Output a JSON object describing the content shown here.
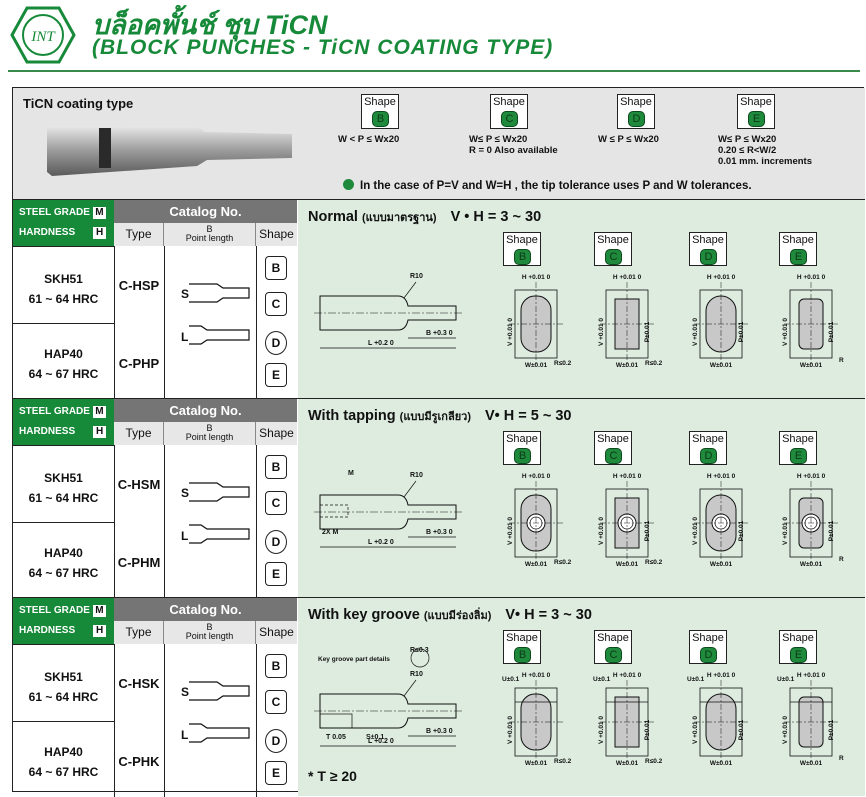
{
  "header": {
    "logo_text": "INT",
    "title_thai": "บล็อคพั้นช์ ชุบ TiCN",
    "title_en": "(BLOCK PUNCHES - TiCN COATING TYPE)"
  },
  "coating": {
    "label": "TiCN coating type",
    "shape_word": "Shape",
    "shapes": [
      {
        "letter": "B",
        "condition": "W < P ≤ Wx20"
      },
      {
        "letter": "C",
        "condition": "W≤ P ≤ Wx20\nR = 0 Also available"
      },
      {
        "letter": "D",
        "condition": "W ≤ P ≤ Wx20"
      },
      {
        "letter": "E",
        "condition": "W≤ P ≤ Wx20\n0.20 ≤  R<W/2\n0.01 mm. increments"
      }
    ],
    "note": "In the case of P=V and W=H , the tip tolerance uses P and W tolerances."
  },
  "table_headers": {
    "steel_grade": "STEEL GRADE",
    "steel_mark": "M",
    "hardness": "HARDNESS",
    "hardness_mark": "H",
    "catalog_no": "Catalog No.",
    "type": "Type",
    "b": "B",
    "point_length": "Point length",
    "shape": "Shape"
  },
  "materials": [
    {
      "grade": "SKH51",
      "hardness": "61 ~ 64 HRC"
    },
    {
      "grade": "HAP40",
      "hardness": "64 ~ 67 HRC"
    }
  ],
  "point_labels": {
    "s": "S",
    "l": "L"
  },
  "shape_letters": [
    "B",
    "C",
    "D",
    "E"
  ],
  "sections": [
    {
      "title": "Normal",
      "title_thai": "(แบบมาตรฐาน)",
      "vh": "V • H = 3 ~ 30",
      "codes": [
        "C-HSP",
        "C-PHP"
      ]
    },
    {
      "title": "With tapping",
      "title_thai": "(แบบมีรูเกลียว)",
      "vh": "V• H = 5 ~ 30",
      "codes": [
        "C-HSM",
        "C-PHM"
      ]
    },
    {
      "title": "With key groove",
      "title_thai": "(แบบมีร่องลิ่ม)",
      "vh": "V• H = 3 ~ 30",
      "codes": [
        "C-HSK",
        "C-PHK"
      ],
      "footnote": "* T ≥ 20"
    }
  ],
  "drawing_labels": {
    "r10": "R10",
    "l_dim": "L +0.2 0",
    "b_dim": "B +0.3 0",
    "m": "M",
    "two_m": "2X M",
    "t_dim": "T 0.05",
    "s_dim": "S±0.1",
    "key_groove_detail": "Key groove part details",
    "r_small": "R≤0.3",
    "h_dim": "H +0.01 0",
    "v_dim": "V +0.01 0",
    "w_dim": "W±0.01",
    "p_dim": "P±0.01",
    "r_le": "R≤0.2",
    "u_dim": "U±0.1",
    "r": "R"
  }
}
